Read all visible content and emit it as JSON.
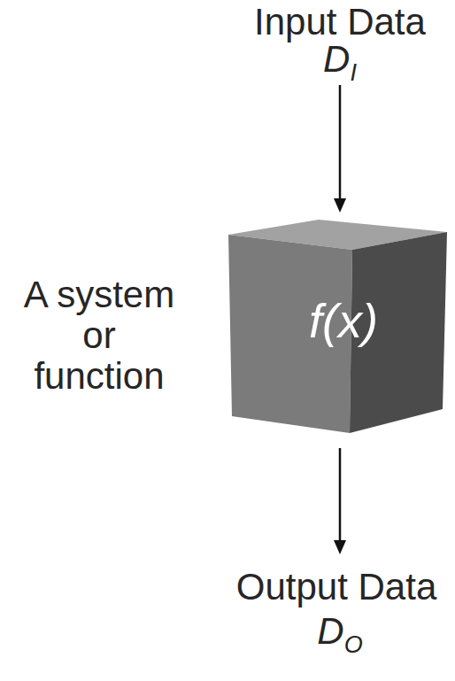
{
  "diagram": {
    "nodes": [
      {
        "text": [
          "f(x)"
        ]
      }
    ],
    "labels": [
      "Input Data",
      "D",
      "I",
      "A system or function",
      "Output Data",
      "D",
      "O"
    ]
  }
}
